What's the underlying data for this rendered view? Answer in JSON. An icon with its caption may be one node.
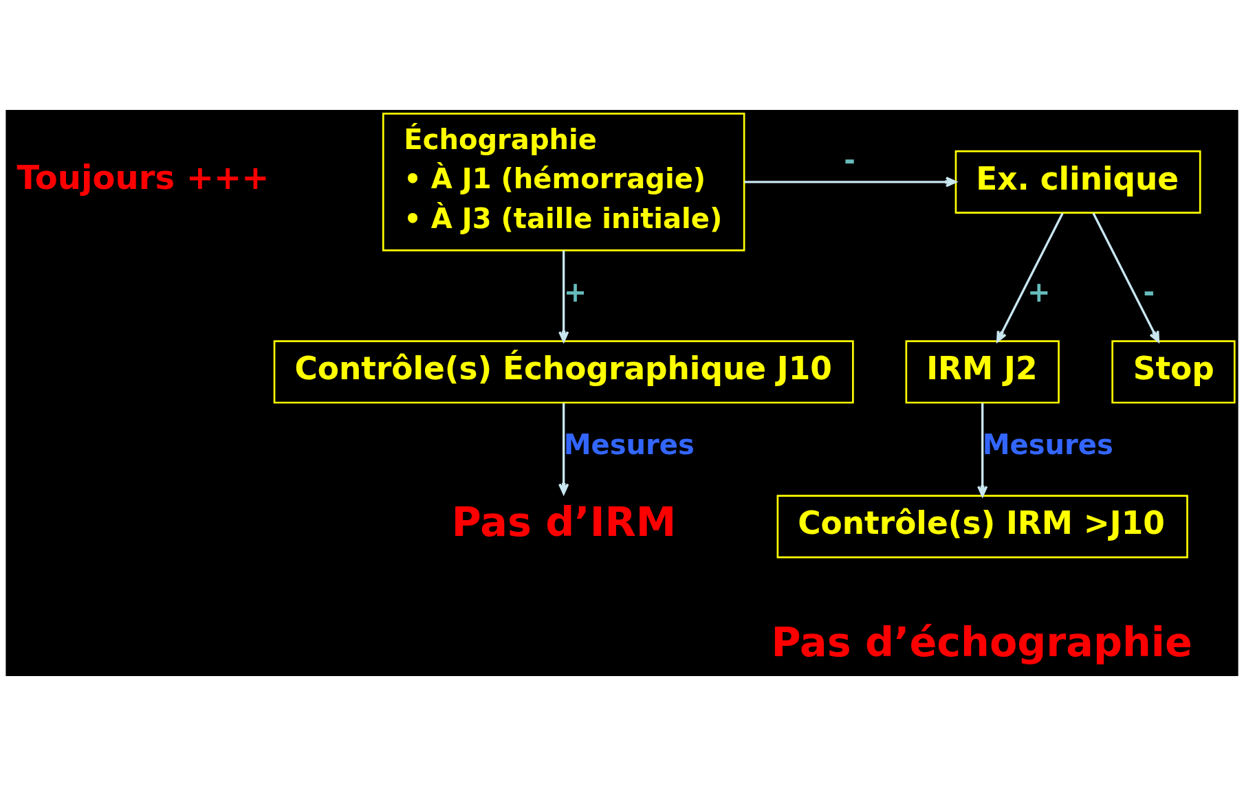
{
  "diagram": {
    "nodes": [
      {
        "text": [
          "Échographie",
          "• À J1 (hémorragie)",
          "• À J3 (taille initiale)"
        ],
        "beside": [
          "Toujours +++"
        ]
      },
      {
        "text": [
          "Ex. clinique"
        ]
      },
      {
        "text": [
          "Contrôle(s) Échographique J10"
        ]
      },
      {
        "text": [
          "IRM J2"
        ]
      },
      {
        "text": [
          "Stop"
        ]
      },
      {
        "text": [
          "Contrôle(s) IRM >J10"
        ]
      },
      {
        "text": [
          "Pas d’IRM"
        ]
      }
    ],
    "edges": [
      {
        "from": 0,
        "to": 1,
        "arrow": "to",
        "label": "-"
      },
      {
        "from": 0,
        "to": 2,
        "arrow": "to",
        "label": "+"
      },
      {
        "from": 1,
        "to": 3,
        "arrow": "to",
        "label": "+"
      },
      {
        "from": 1,
        "to": 4,
        "arrow": "to",
        "label": "-"
      },
      {
        "from": 3,
        "to": 5,
        "arrow": "to",
        "label": "Mesures"
      },
      {
        "from": 2,
        "to": 6,
        "arrow": "to",
        "label": "Mesures"
      }
    ],
    "labels": [
      "Pas d’échographie"
    ]
  }
}
